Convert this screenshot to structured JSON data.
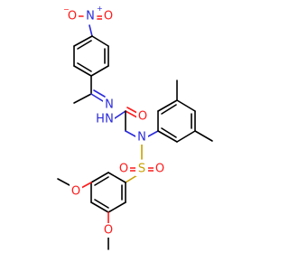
{
  "molecule": {
    "atoms": {
      "o_nitro_minus": "O",
      "o_nitro_minus_charge": "−",
      "n_nitro": "N",
      "n_nitro_charge": "+",
      "o_nitro": "O",
      "n_imine": "N",
      "n_amide": "N",
      "h_amide": "H",
      "o_carbonyl": "O",
      "n_sulfonamide": "N",
      "s_sulfonyl": "S",
      "o_sulfonyl_left": "O",
      "o_sulfonyl_right": "O",
      "o_methoxy_upper": "O",
      "o_methoxy_lower": "O"
    },
    "colors": {
      "carbon_bond": "#000000",
      "nitrogen": "#2a2adc",
      "oxygen": "#ff1a1a",
      "sulfur": "#c8a000"
    }
  }
}
